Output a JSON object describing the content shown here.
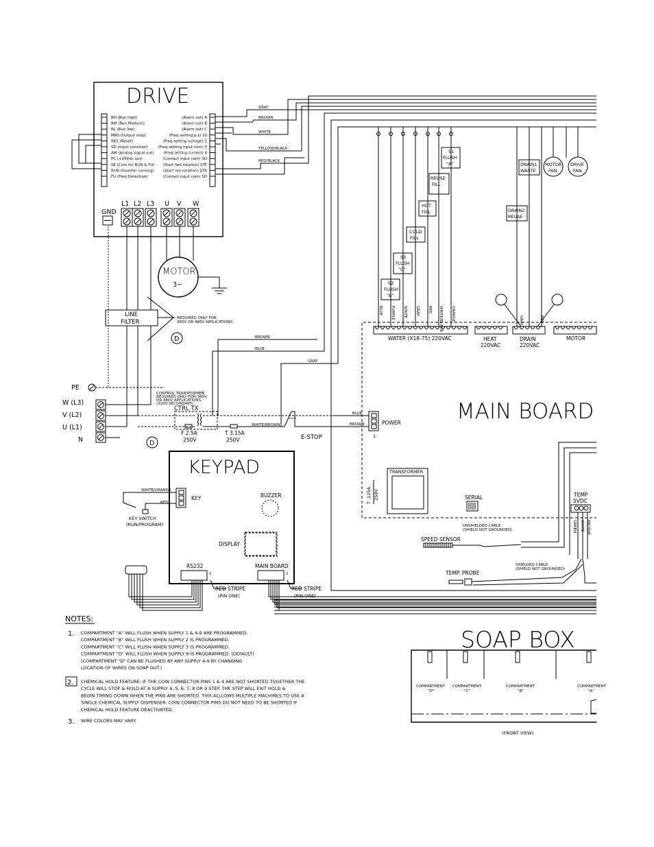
{
  "drive": {
    "title": "DRIVE",
    "left_pins": [
      "RH (Run high)",
      "RM (Run Medium)",
      "RL (Run low)",
      "MRS (Output stop)",
      "RES (Reset)",
      "SD (input common)",
      "AM (Analog signal out)",
      "PC (+24Vdc out)",
      "SE (Com for RUN & FU)",
      "RUN (Inverter running)",
      "FU (Freq Detection)"
    ],
    "right_pins": [
      "(Alarm out) A",
      "(Alarm out) B",
      "(Alarm out) C",
      "(Freq setting p.s) 10",
      "(Freq setting voltage) 2",
      "(Freq setting input com) 5",
      "(Freq setting current) 4",
      "(Contact input com) SD",
      "(Start fwd rotation) STF",
      "(Start rev rotation) STR",
      "(Contact input com) SD"
    ],
    "terminals": [
      "GND",
      "L1",
      "L2",
      "L3",
      "U",
      "V",
      "W"
    ],
    "wires": [
      "GRAY",
      "BROWN",
      "WHITE",
      "YELLOW/BLACK",
      "RED/BLACK"
    ]
  },
  "motor": {
    "label": "MOTOR",
    "sub": "3~"
  },
  "line_filter": {
    "label_1": "LINE",
    "label_2": "FILTER",
    "note": "REQUIRED ONLY FOR 380V OR 480V APPLICATIONS.",
    "marker": "D"
  },
  "supply": {
    "labels": [
      "PE",
      "W (L3)",
      "V (L2)",
      "U (L1)",
      "N"
    ],
    "ctrl_tx": "CTRL TX",
    "ctrl_note": "CONTROL TRANSFORMER REQUIRED ONLY FOR 380V OR 480V APPLICATIONS. (220V SECONDARY)",
    "fuse1": "F 2.5A",
    "fuse1_v": "250V",
    "fuse2": "T 3.15A",
    "fuse2_v": "250V",
    "estop": "E-STOP",
    "wire_wb": "WHITE/BROWN",
    "wire_brown": "BROWN",
    "wire_blue": "BLUE",
    "wire_gray": "GRAY",
    "marker": "D"
  },
  "valves": {
    "s2": [
      "S2",
      "FLUSH",
      "\"B\""
    ],
    "s3": [
      "S3",
      "FLUSH",
      "\"C\""
    ],
    "cold": [
      "COLD",
      "FILL"
    ],
    "hot": [
      "HOT",
      "FILL"
    ],
    "reuse": [
      "REUSE",
      "FILL"
    ],
    "s1": [
      "S1",
      "FLUSH",
      "\"A\""
    ],
    "drain1": [
      "DRAIN1",
      "WASTE"
    ],
    "drain2": [
      "DRAIN2",
      "REUSE"
    ],
    "motor_fan": [
      "MOTOR",
      "FAN"
    ],
    "drive_fan": [
      "DRIVE",
      "FAN"
    ],
    "wire_labels": [
      "BLUE",
      "PURPLE",
      "WHITE",
      "GRAY",
      "RED",
      "WHITE/BLACK",
      "ORANGE"
    ],
    "drain_wires": [
      "GRAY",
      "RED"
    ]
  },
  "main_board": {
    "title": "MAIN BOARD",
    "water": "WATER (X18-75) 220VAC",
    "heat": [
      "HEAT",
      "220VAC"
    ],
    "drain": [
      "DRAIN",
      "220VAC"
    ],
    "motor": "MOTOR",
    "power": "POWER",
    "power_pin": "1",
    "blue": "BLUE",
    "brown": "BROWN",
    "transformer": "TRANSFORMER",
    "fuse": "T .125A",
    "fuse_v": "250V",
    "serial": "SERIAL",
    "temp": "TEMP",
    "temp_v": "5VDC",
    "temp_wires": [
      "GREEN",
      "WHITE",
      "BROWN"
    ],
    "unshielded": "UNSHIELDED CABLE (SHIELD NOT GROUNDED)",
    "speed_sensor": "SPEED SENSOR",
    "temp_probe": "TEMP. PROBE",
    "shielded": "SHIELDED CABLE (SHIELD NOT GROUNDED)"
  },
  "keypad": {
    "title": "KEYPAD",
    "key": "KEY",
    "buzzer": "BUZZER",
    "display": "DISPLAY",
    "rs232": "RS232",
    "main_board": "MAIN BOARD",
    "pin1": "1",
    "white_orange": "WHITE/ORANGE",
    "red": "RED",
    "key_switch": "KEY SWITCH",
    "run_program": "(RUN/PROGRAM)",
    "red_stripe": "RED STRIPE",
    "pin_one": "(PIN ONE)"
  },
  "notes": {
    "heading": "NOTES:",
    "n1_num": "1.",
    "n1": [
      "COMPARTMENT \"A\" WILL FLUSH WHEN SUPPLY 1 & 4-9 ARE PROGRAMMED.",
      "COMPARTMENT \"B\" WILL FLUSH WHEN SUPPLY 2 IS PROGRAMMED.",
      "COMPARTMENT \"C\" WILL FLUSH WHEN SUPPLY 3 IS PROGRAMMED.",
      "COMPARTMENT \"D\" WILL FLUSH WHEN SUPPLY 9 IS PROGRAMMED. (DEFAULT)",
      "(COMPARTMENT \"D\" CAN BE FLUSHED BY ANY SUPPLY 4-9 BY CHANGING",
      "LOCATION OF WIRES ON SOAP OUT.)"
    ],
    "n2_num": "2.",
    "n2": [
      "CHEMICAL HOLD FEATURE: IF THE COIN CONNECTOR PINS 1 & 4 ARE NOT SHORTED TOGETHER THE",
      "CYCLE WILL STOP & HOLD AT A SUPPLY 4, 5, 6, 7, 8 OR 9 STEP. THE STEP WILL EXIT HOLD &",
      "BEGIN TIMING DOWN WHEN THE PINS ARE SHORTED. THIS ALLLOWS MULTIPLE MACHINES TO USE A",
      "SINGLE CHEMICAL SUPPLY DISPENSER. COIN CONNECTOR PINS DO NOT NEED TO BE SHORTED IF",
      "CHEMICAL HOLD FEATURE DEACTIVATED."
    ],
    "n3_num": "3.",
    "n3": "WIRE COLORS MAY VARY."
  },
  "soap_box": {
    "title": "SOAP BOX",
    "compartments": [
      [
        "COMPARTMENT",
        "\"D\""
      ],
      [
        "COMPARTMENT",
        "\"C\""
      ],
      [
        "COMPARTMENT",
        "\"B\""
      ],
      [
        "COMPARTMENT",
        "\"A\""
      ]
    ],
    "front_view": "(FRONT VIEW)"
  }
}
